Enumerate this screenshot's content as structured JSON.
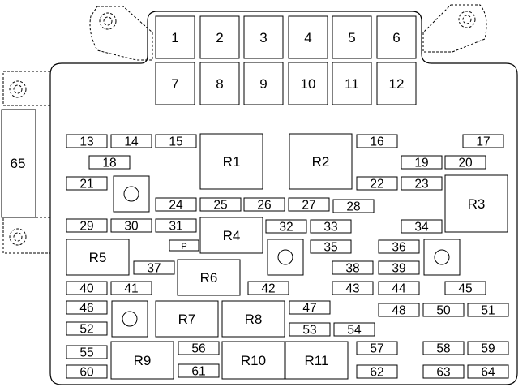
{
  "side_label": "65",
  "p_label": "P",
  "top_fuses": [
    "1",
    "2",
    "3",
    "4",
    "5",
    "6",
    "7",
    "8",
    "9",
    "10",
    "11",
    "12"
  ],
  "fuses": [
    "13",
    "14",
    "15",
    "16",
    "17",
    "18",
    "19",
    "20",
    "21",
    "22",
    "23",
    "24",
    "25",
    "26",
    "27",
    "28",
    "29",
    "30",
    "31",
    "32",
    "33",
    "34",
    "35",
    "36",
    "37",
    "38",
    "39",
    "40",
    "41",
    "42",
    "43",
    "44",
    "45",
    "46",
    "47",
    "48",
    "50",
    "51",
    "52",
    "53",
    "54",
    "55",
    "56",
    "57",
    "58",
    "59",
    "60",
    "61",
    "62",
    "63",
    "64"
  ],
  "relays": [
    "R1",
    "R2",
    "R3",
    "R4",
    "R5",
    "R6",
    "R7",
    "R8",
    "R9",
    "R10",
    "R11"
  ]
}
